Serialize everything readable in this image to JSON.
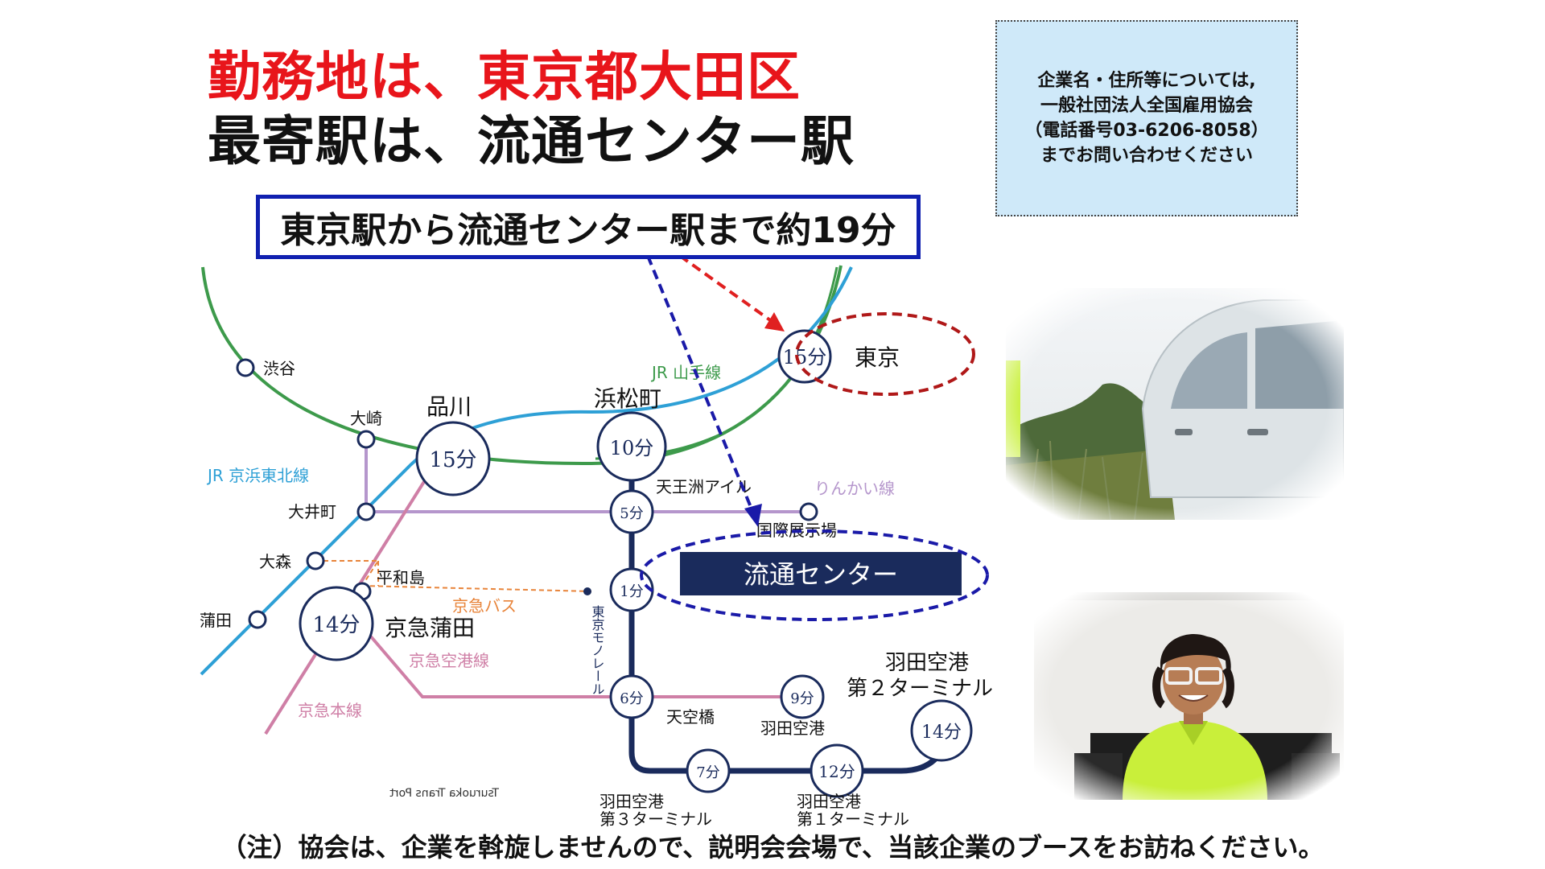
{
  "headline": {
    "line1": "勤務地は、東京都大田区",
    "line2": "最寄駅は、流通センター駅"
  },
  "route_box": "東京駅から流通センター駅まで約19分",
  "contact": {
    "line1": "企業名・住所等については,",
    "line2": "一般社団法人全国雇用協会",
    "line3": "（電話番号03-6206-8058）",
    "line4": "までお問い合わせください"
  },
  "map": {
    "lines": {
      "yamanote": "JR 山手線",
      "keihin": "JR 京浜東北線",
      "rinkai": "りんかい線",
      "keikyu_bus": "京急バス",
      "keikyu_airport": "京急空港線",
      "keikyu_main": "京急本線",
      "monorail": "東京モノレール"
    },
    "stations": {
      "shibuya": "渋谷",
      "osaki": "大崎",
      "shinagawa": "品川",
      "hamamatsucho": "浜松町",
      "tokyo": "東京",
      "tennozu": "天王洲アイル",
      "kokusai": "国際展示場",
      "oimachi": "大井町",
      "omori": "大森",
      "heiwajima": "平和島",
      "kamata": "蒲田",
      "keikyu_kamata": "京急蒲田",
      "ryutsu": "流通センター",
      "tenkubashi": "天空橋",
      "haneda": "羽田空港",
      "haneda_t2": "羽田空港\n第２ターミナル",
      "haneda_t3_a": "羽田空港",
      "haneda_t3_b": "第３ターミナル",
      "haneda_t1_a": "羽田空港",
      "haneda_t1_b": "第１ターミナル"
    },
    "times": {
      "tokyo": "15分",
      "shinagawa": "15分",
      "hamamatsucho": "10分",
      "tennozu": "5分",
      "ryutsu": "1分",
      "keikyu_kamata": "14分",
      "tenkubashi": "6分",
      "haneda": "9分",
      "haneda_t2": "14分",
      "haneda_t3": "7分",
      "haneda_t1": "12分"
    },
    "credit": "Tsuruoka Trans Port",
    "colors": {
      "yamanote": "#3d9a4b",
      "keihin": "#2ea0d6",
      "rinkai": "#b596cc",
      "keikyu": "#cf7fa6",
      "monorail": "#1a2b5c",
      "bus": "#e8843a"
    }
  },
  "note": "（注）協会は、企業を斡旋しませんので、説明会会場で、当該企業のブースをお訪ねください。"
}
